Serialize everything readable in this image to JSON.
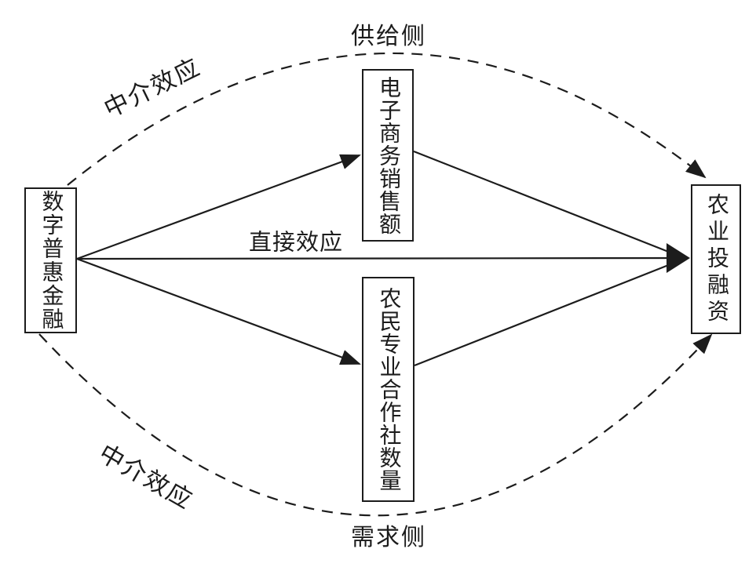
{
  "diagram": {
    "nodes": {
      "predictor": {
        "label": "数字普惠金融"
      },
      "mediator_supply": {
        "label": "电子商务销售额"
      },
      "mediator_demand": {
        "label": "农民专业合作社数量"
      },
      "outcome": {
        "label": "农业投融资"
      }
    },
    "labels": {
      "supply_side": "供给侧",
      "demand_side": "需求侧",
      "direct_effect": "直接效应",
      "mediation_effect_top": "中介效应",
      "mediation_effect_bottom": "中介效应"
    },
    "colors": {
      "ink": "#1c1c1c",
      "background": "#ffffff"
    }
  }
}
